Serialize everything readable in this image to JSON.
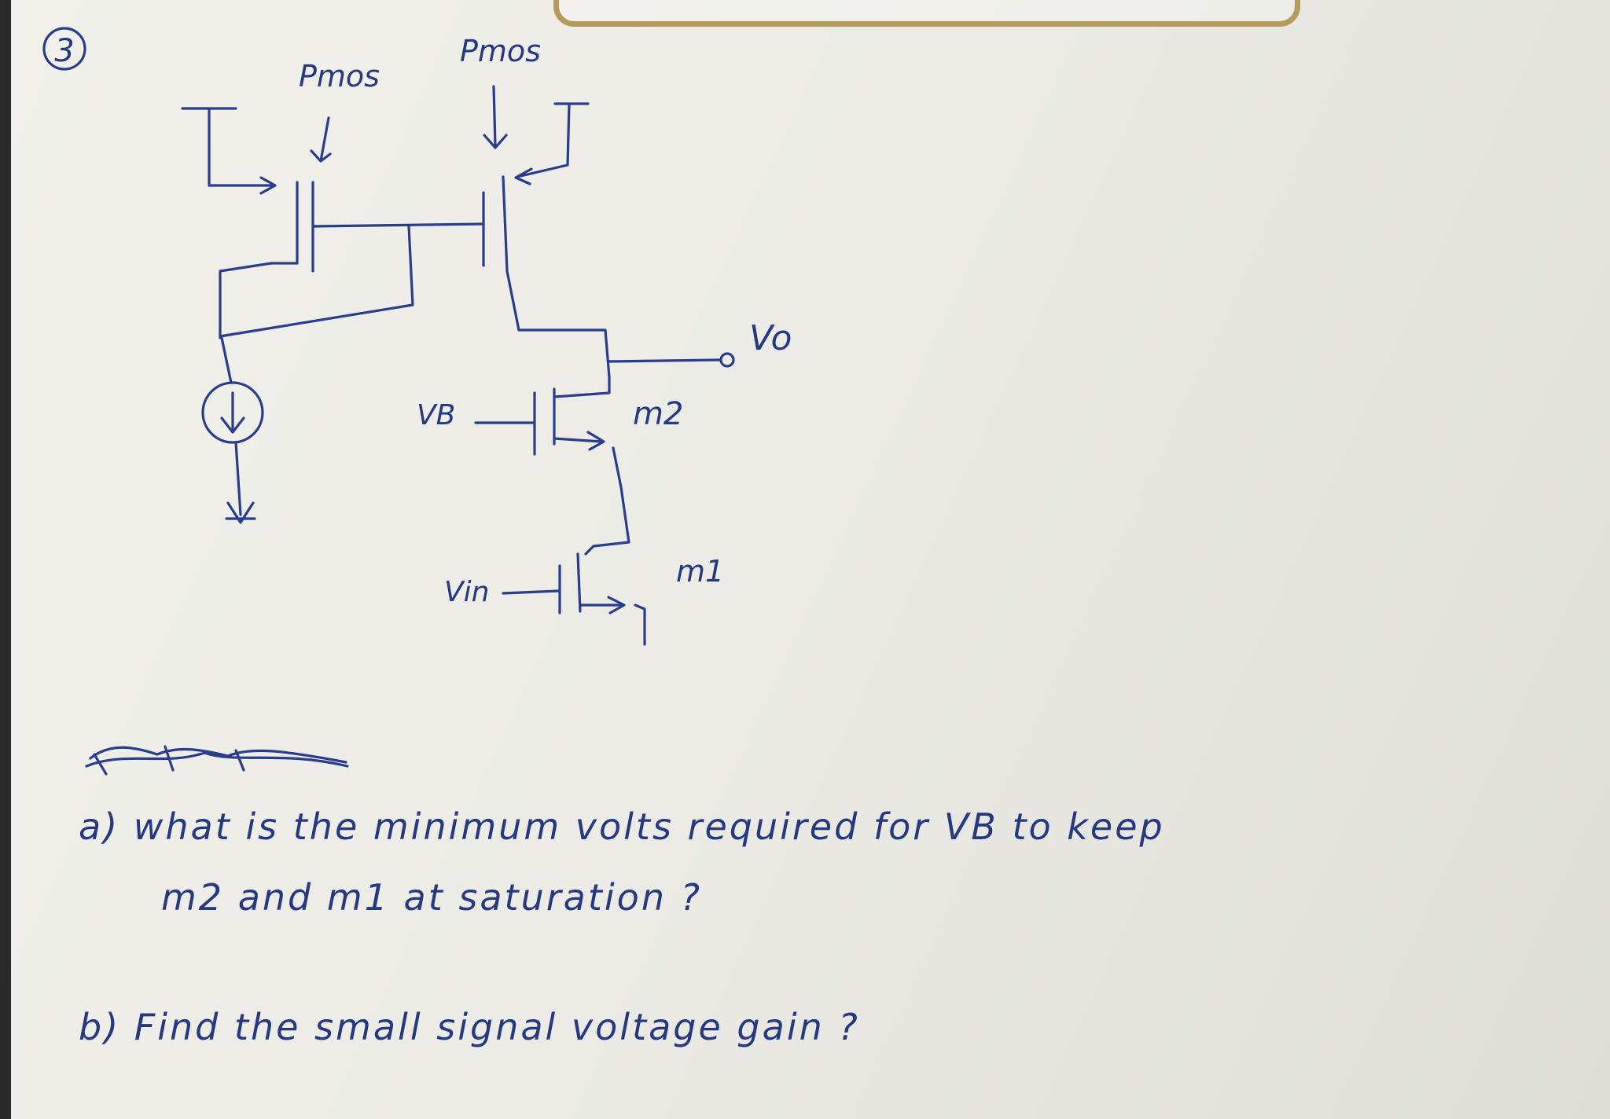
{
  "problem_number": "3",
  "labels": {
    "pmos_left": "Pmos",
    "pmos_right": "Pmos",
    "vo": "Vo",
    "vb": "VB",
    "vin": "Vin",
    "m2": "m2",
    "m1": "m1"
  },
  "questions": {
    "a_line1": "a) what is the minimum volts required for VB to keep",
    "a_line2": "m2 and m1  at saturation ?",
    "b": "b) Find the small signal voltage gain ?"
  },
  "colors": {
    "ink": "#2a3c8c",
    "paper": "#ecebe5",
    "clip": "#b59a5e"
  }
}
